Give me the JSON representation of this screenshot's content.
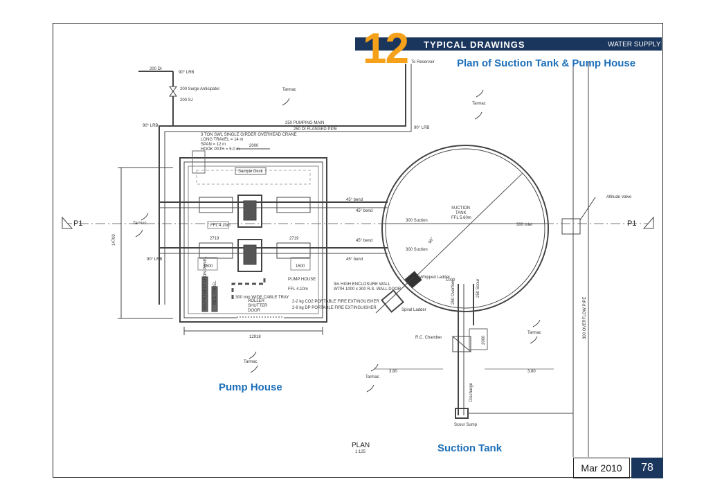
{
  "header": {
    "chapter": "12",
    "section_title": "TYPICAL DRAWINGS",
    "section_tag": "WATER SUPPLY",
    "page_title": "Plan of Suction Tank & Pump House"
  },
  "labels": {
    "pump_house": "Pump House",
    "suction_tank": "Suction Tank"
  },
  "footer": {
    "date": "Mar 2010",
    "page": "78"
  },
  "drawing": {
    "section_left": "P1",
    "section_right": "P1",
    "plan_title": "PLAN",
    "plan_scale": "1:125",
    "to_reservoir": "To Reservoir",
    "tarmac": "Tarmac",
    "dim_12918": "12918",
    "dim_14700": "14700",
    "dim_2000_top": "2000",
    "dim_2719_a": "2719",
    "dim_2719_b": "2719",
    "dim_1500_a": "1500",
    "dim_1500_b": "1500",
    "dim_1000": "1000",
    "dim_2000_chamber": "2000",
    "dim_380_left": "3.80",
    "dim_380_right": "3.80",
    "ffl_410": "FFL 4.10m",
    "ffl_410b": "FFL 4.10m",
    "tank_name": "SUCTION",
    "tank_name2": "TANK",
    "tank_ffl": "FFL 5.60m",
    "bend_45a": "45° bend",
    "bend_45b": "45° bend",
    "bend_45c": "45° bend",
    "bend_45d": "45° bend",
    "suction_300a": "300 Suction",
    "suction_300b": "300 Suction",
    "inlet_300": "300 Inlet",
    "altitude_valve": "Altitude Valve",
    "pumping_main": "250 PUMPING MAIN",
    "flanged_pipe": "250 DI FLANGED PIPE",
    "di_200": "200 DI",
    "lrb_90": "90° LRB",
    "lrb_90b": "90° LRB",
    "lrb_90c": "90° LRB",
    "lrb_90d": "90° LRB",
    "surge": "200 Surge Anticipator",
    "sj_200": "200 SJ",
    "crane_1": "3 TON SWL SINGLE GIRDER OVERHEAD CRANE",
    "crane_2": "LONG TRAVEL = 14 m",
    "crane_3": "SPAN = 12 m",
    "crane_4": "HOOK PATH = 5.0 m",
    "pump_house_txt": "PUMP HOUSE",
    "roller_1": "ROLLER",
    "roller_2": "SHUTTER",
    "roller_3": "DOOR",
    "cable_tray": "300 mm WIDE CABLE TRAY",
    "co2": "2-2 kg CO2 PORTABLE FIRE EXTINGUISHER",
    "fire_ext": "2-9 kg DP PORTABLE FIRE EXTINGUISHER",
    "instr_panel": "INSTRUMENTATION PANEL",
    "mcc_panel": "MCC PANEL",
    "enclosure_1": "3m HIGH ENCLOSURE WALL",
    "enclosure_2": "WITH 1000 x 300 R.S. WALL DOOR",
    "whipped_ladder": "Whipped Ladder",
    "spiral_ladder": "Spiral Ladder",
    "rc_chamber": "R.C. Chamber",
    "overflow": "250 Overflow",
    "scour": "250 Scour",
    "scour_sump": "Scour Sump",
    "discharge": "Discharge",
    "drain_pipe": "300 OVERFLOW PIPE",
    "sample_desk": "Sample Desk",
    "bend_90": "90°"
  }
}
